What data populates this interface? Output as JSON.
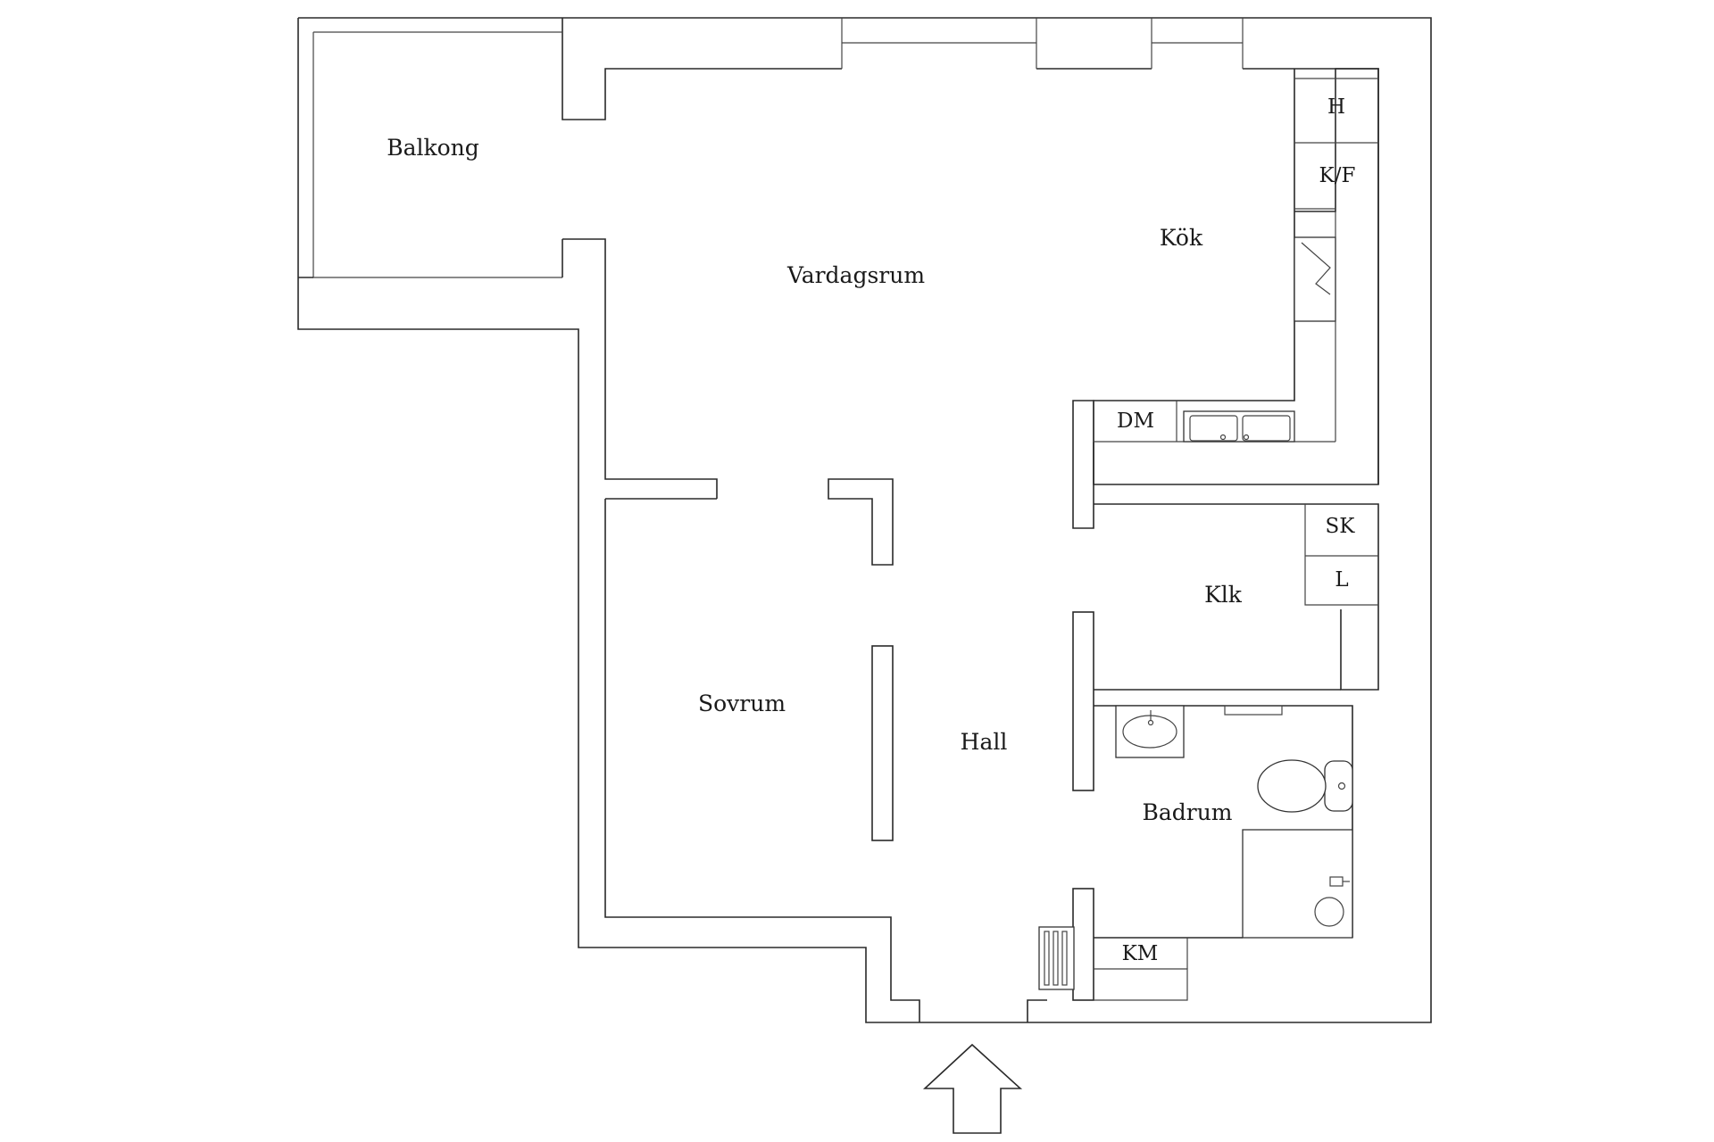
{
  "rooms": {
    "balkong": "Balkong",
    "vardagsrum": "Vardagsrum",
    "kok": "Kök",
    "sovrum": "Sovrum",
    "hall": "Hall",
    "klk": "Klk",
    "badrum": "Badrum"
  },
  "fixtures": {
    "h": "H",
    "kf": "K/F",
    "dm": "DM",
    "sk": "SK",
    "l": "L",
    "km": "KM"
  },
  "icons": {
    "entrance": "entrance-arrow-icon",
    "sink": "sink-icon",
    "toilet": "toilet-icon",
    "shower": "shower-icon",
    "radiator": "radiator-icon",
    "kitchen_sink": "kitchen-sink-icon"
  },
  "colors": {
    "line": "#2a2a2a",
    "background": "#ffffff"
  }
}
